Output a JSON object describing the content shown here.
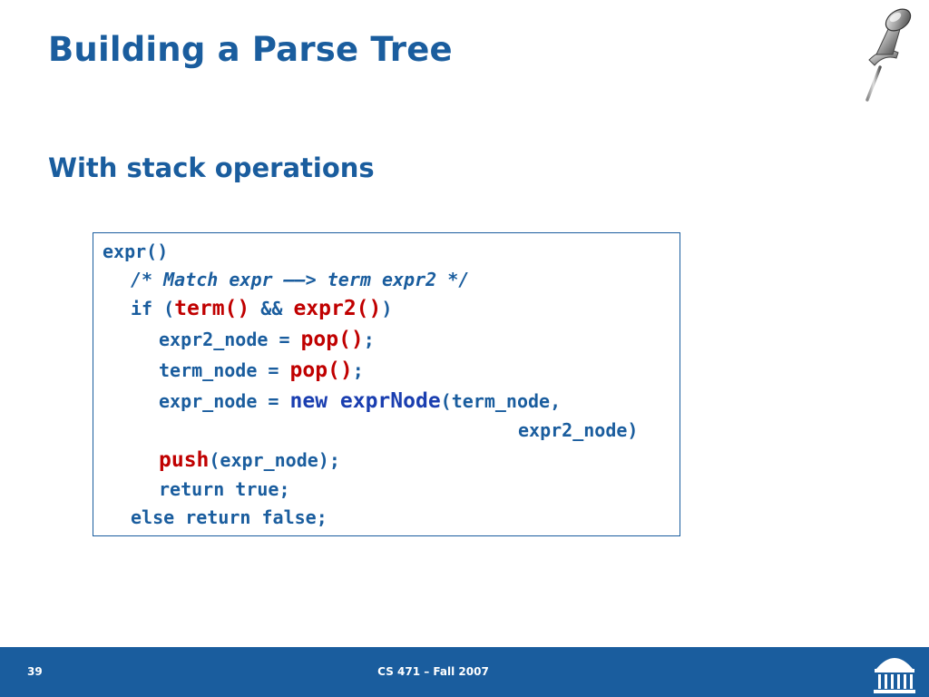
{
  "slide": {
    "title": "Building a Parse Tree",
    "subtitle": "With stack operations",
    "page_number": "39",
    "course": "CS 471 – Fall 2007"
  },
  "code": {
    "l1": "expr()",
    "l2_comment": "/* Match expr ––> term expr2 */",
    "l3_if": "if (",
    "l3_term": "term()",
    "l3_and": " && ",
    "l3_expr2": "expr2()",
    "l3_close": ")",
    "l4_lhs": "expr2_node = ",
    "l4_pop": "pop()",
    "l4_end": ";",
    "l5_lhs": "term_node = ",
    "l5_pop": "pop()",
    "l5_end": ";",
    "l6_lhs": "expr_node = ",
    "l6_new": "new exprNode",
    "l6_args": "(term_node,",
    "l7_args": "expr2_node)",
    "l8_push": "push",
    "l8_args": "(expr_node);",
    "l9": "return true;",
    "l10": "else return false;"
  },
  "colors": {
    "theme_blue": "#1a5d9e",
    "keyword_red": "#c00000",
    "keyword_blue": "#1a3eb0"
  },
  "icons": {
    "pushpin": "pushpin-icon",
    "logo": "university-rotunda-logo"
  }
}
